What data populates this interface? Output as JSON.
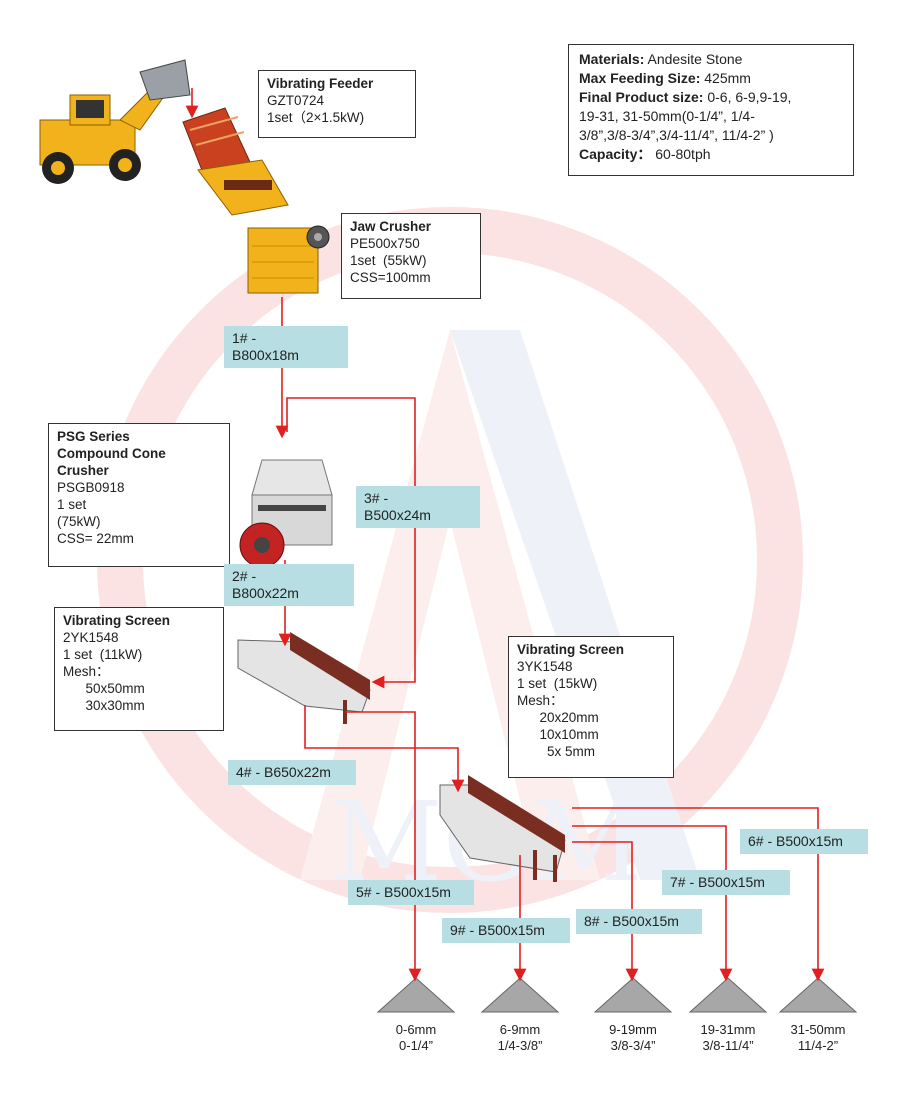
{
  "watermark": {
    "text": "MGM"
  },
  "materials_box": {
    "materials_label": "Materials:",
    "materials_value": " Andesite Stone",
    "max_feed_label": "Max Feeding Size:",
    "max_feed_value": " 425mm",
    "final_label": "Final Product size:",
    "final_value": " 0-6, 6-9,9-19,",
    "final_line2": "19-31, 31-50mm(0-1/4”, 1/4-",
    "final_line3": "3/8”,3/8-3/4”,3/4-11/4”, 11/4-2” )",
    "capacity_label": "Capacity：",
    "capacity_value": " 60-80tph"
  },
  "vibrating_feeder": {
    "title": "Vibrating Feeder",
    "model": "GZT0724",
    "spec": "1set（2×1.5kW)"
  },
  "jaw_crusher": {
    "title": "Jaw Crusher",
    "model": "PE500x750",
    "spec": "1set  (55kW)",
    "css": "CSS=100mm"
  },
  "cone_crusher": {
    "title1": "PSG Series",
    "title2": "Compound Cone",
    "title3": "Crusher",
    "model": "PSGB0918",
    "spec1": "1 set",
    "spec2": "(75kW)",
    "css": "CSS= 22mm"
  },
  "screen1": {
    "title": "Vibrating Screen",
    "model": "2YK1548",
    "spec": "1 set  (11kW)",
    "mesh_label": "Mesh：",
    "mesh1": "      50x50mm",
    "mesh2": "      30x30mm"
  },
  "screen2": {
    "title": "Vibrating Screen",
    "model": "3YK1548",
    "spec": "1 set  (15kW)",
    "mesh_label": "Mesh：",
    "mesh1": "      20x20mm",
    "mesh2": "      10x10mm",
    "mesh3": "        5x 5mm"
  },
  "belts": {
    "b1_line1": "1# -",
    "b1_line2": "B800x18m",
    "b2_line1": "2# -",
    "b2_line2": "B800x22m",
    "b3_line1": "3# -",
    "b3_line2": "B500x24m",
    "b4": "4# - B650x22m",
    "b5": "5# - B500x15m",
    "b6": "6# - B500x15m",
    "b7": "7# - B500x15m",
    "b8": "8# - B500x15m",
    "b9": "9# - B500x15m"
  },
  "products": [
    {
      "mm": "0-6mm",
      "inch": "0-1/4”"
    },
    {
      "mm": "6-9mm",
      "inch": "1/4-3/8”"
    },
    {
      "mm": "9-19mm",
      "inch": "3/8-3/4”"
    },
    {
      "mm": "19-31mm",
      "inch": "3/8-11/4”"
    },
    {
      "mm": "31-50mm",
      "inch": "11/4-2”"
    }
  ],
  "colors": {
    "flow": "#e02020",
    "belt_bg": "#b7dfe3",
    "watermark": "#f6d6d6",
    "machine_body": "#f2b21c",
    "screen_frame": "#7a2e22"
  }
}
